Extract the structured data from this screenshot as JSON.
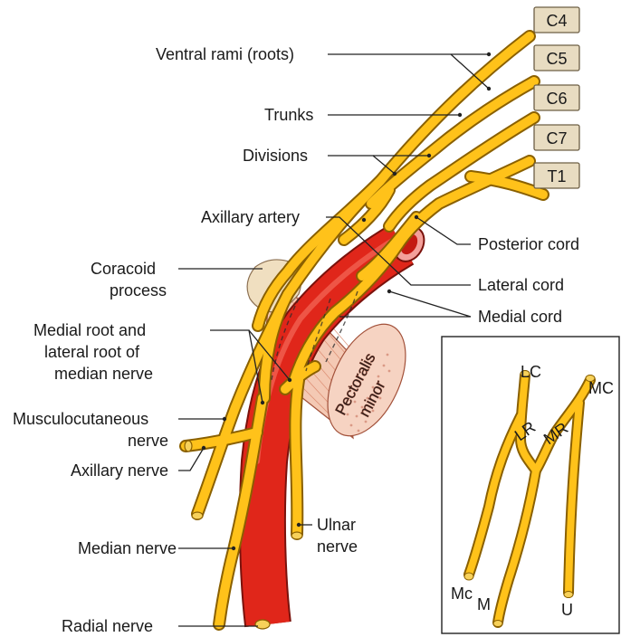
{
  "roots": [
    "C4",
    "C5",
    "C6",
    "C7",
    "T1"
  ],
  "labels": {
    "ventral_rami": "Ventral rami (roots)",
    "trunks": "Trunks",
    "divisions": "Divisions",
    "axillary_artery": "Axillary artery",
    "posterior_cord": "Posterior cord",
    "coracoid_1": "Coracoid",
    "coracoid_2": "process",
    "lateral_cord": "Lateral cord",
    "medial_cord": "Medial cord",
    "medial_root_1": "Medial root and",
    "medial_root_2": "lateral root of",
    "medial_root_3": "median nerve",
    "musculo_1": "Musculocutaneous",
    "musculo_2": "nerve",
    "axillary_nerve": "Axillary nerve",
    "median_nerve": "Median nerve",
    "ulnar_1": "Ulnar",
    "ulnar_2": "nerve",
    "radial_nerve": "Radial nerve",
    "pectoralis_1": "Pectoralis",
    "pectoralis_2": "minor"
  },
  "inset": {
    "lc": "LC",
    "mc": "MC",
    "lr": "LR",
    "mr": "MR",
    "mc_small": "Mc",
    "m": "M",
    "u": "U"
  },
  "colors": {
    "nerve": "#ffc21a",
    "nerve_outline": "#8a6000",
    "artery": "#e0261a",
    "muscle": "#f4c9b4",
    "coracoid": "#f0dfc0",
    "root_box": "#e8dcc1"
  }
}
